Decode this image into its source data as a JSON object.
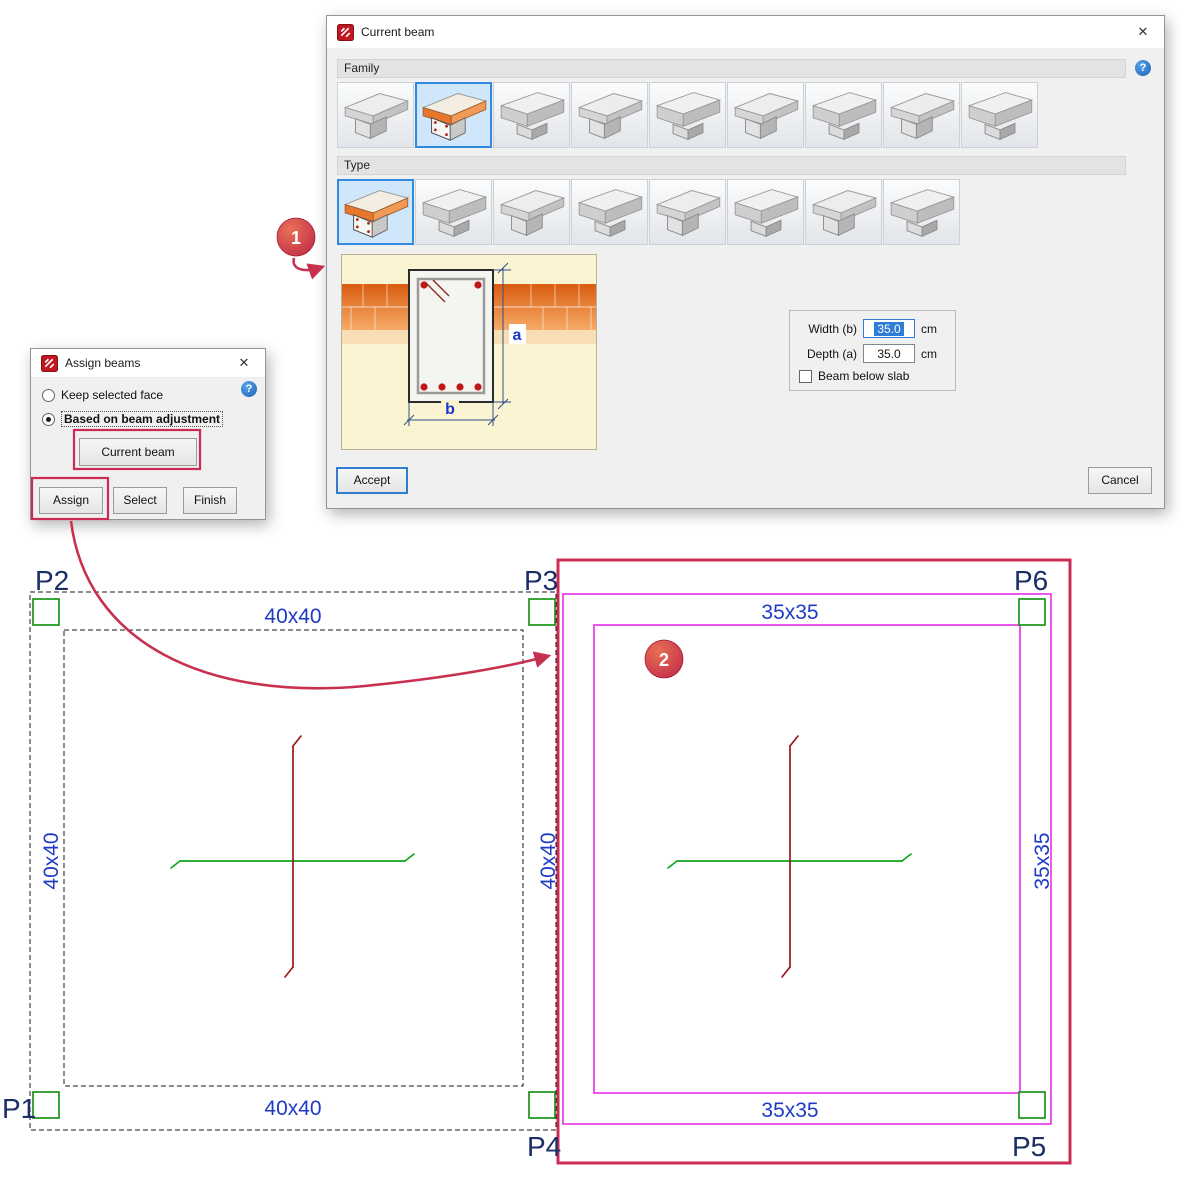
{
  "glyphs": {
    "close": "✕",
    "help": "?"
  },
  "current_beam_dialog": {
    "title": "Current beam",
    "family_section": "Family",
    "type_section": "Type",
    "family_selected_index": 2,
    "type_selected_index": 1,
    "preview": {
      "dim_a": "a",
      "dim_b": "b"
    },
    "fields": {
      "width_label": "Width (b)",
      "width_value": "35.0",
      "width_unit": "cm",
      "depth_label": "Depth (a)",
      "depth_value": "35.0",
      "depth_unit": "cm",
      "beam_below_slab_label": "Beam below slab",
      "beam_below_slab_checked": false
    },
    "accept_label": "Accept",
    "cancel_label": "Cancel"
  },
  "assign_dialog": {
    "title": "Assign beams",
    "options": [
      {
        "label": "Keep selected face",
        "selected": false
      },
      {
        "label": "Based on beam adjustment",
        "selected": true
      }
    ],
    "current_beam_button": "Current beam",
    "footer_buttons": [
      "Assign",
      "Select",
      "Finish"
    ]
  },
  "annotations": {
    "step1": "1",
    "step2": "2"
  },
  "plan": {
    "column_labels": [
      "P1",
      "P2",
      "P3",
      "P4",
      "P5",
      "P6"
    ],
    "left_panel_beams": {
      "top": "40x40",
      "bottom": "40x40",
      "left": "40x40",
      "right": "40x40"
    },
    "right_panel_beams": {
      "top": "35x35",
      "bottom": "35x35",
      "right": "35x35"
    }
  },
  "colors": {
    "annotation_red": "#c8304f",
    "magenta_beam": "#e62ee6",
    "column_green": "#1a941a",
    "axis_green": "#10a51c",
    "axis_dark_red": "#9b1717",
    "column_label_navy": "#1b2e66",
    "beam_label_blue": "#1d3bc4",
    "selection_blue": "#2f8ae0"
  }
}
